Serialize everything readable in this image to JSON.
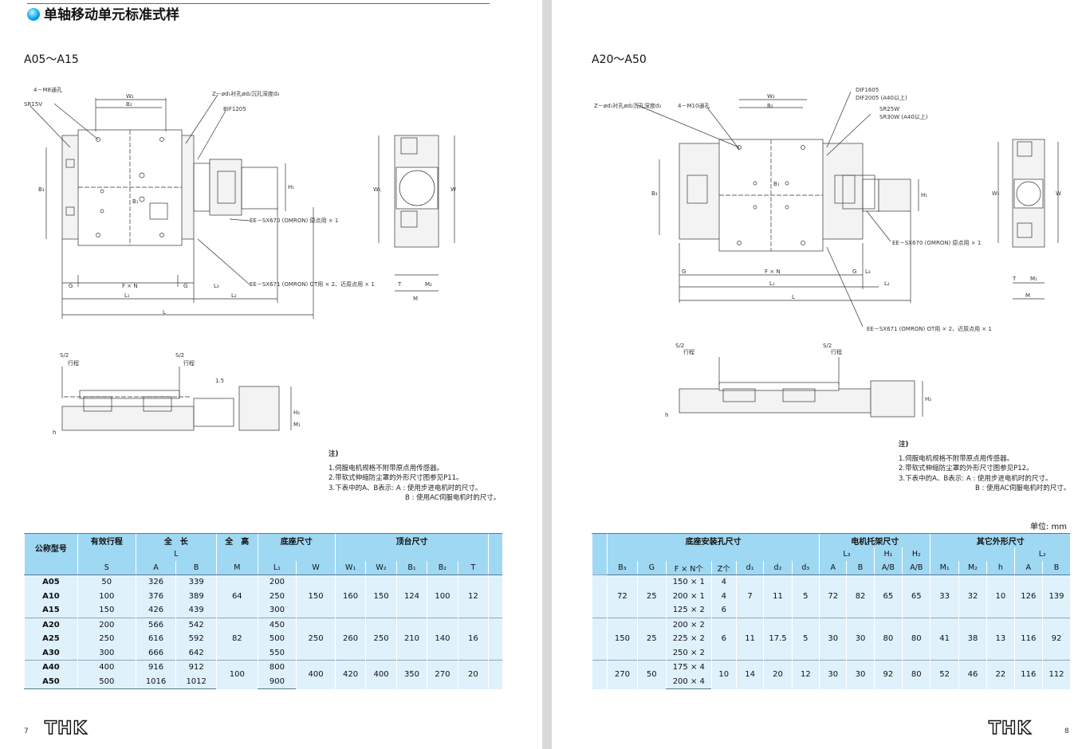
{
  "page_title": "单轴移动单元标准式样",
  "left": {
    "section": "A05～A15",
    "labels": {
      "holes": "4－M8通孔",
      "sr": "SR15V",
      "z": "Z－ød₁衬孔ød₂沉孔深度d₃",
      "bif": "BIF1205",
      "ee670": "EE－SX670 (OMRON) 原点用 × 1",
      "ee671": "EE－SX671 (OMRON) OT用 × 2、近原点用 × 1",
      "w2": "W₂",
      "b2": "B₂",
      "b3": "B₃",
      "b1": "B₁",
      "h1": "H₁",
      "w1": "W₁",
      "w": "W",
      "t": "T",
      "m2": "M₂",
      "m": "M",
      "g": "G",
      "fn": "F × N",
      "l3": "L₃",
      "l1": "L₁",
      "l2": "L₂",
      "l": "L",
      "stroke": "行程",
      "sfrac": "S/2",
      "h": "h",
      "h2": "H₂",
      "m1": "M₁",
      "v15": "1.5"
    },
    "notes_title": "注)",
    "notes": [
      "1.伺服电机规格不附带原点用传感器。",
      "2.带软式伸缩防尘罩的外形尺寸图参见P11。",
      "3.下表中的A、B表示:  A : 使用步进电机时的尺寸。",
      "B : 使用AC伺服电机时的尺寸。"
    ],
    "table": {
      "headers": {
        "model": "公称型号",
        "stroke": "有效行程",
        "length": "全　长",
        "length_sub": "L",
        "height": "全　高",
        "base": "底座尺寸",
        "table": "顶台尺寸",
        "cols": [
          "S",
          "A",
          "B",
          "M",
          "L₁",
          "W",
          "W₁",
          "W₂",
          "B₁",
          "B₂",
          "T"
        ]
      },
      "groups": [
        {
          "models": [
            "A05",
            "A10",
            "A15"
          ],
          "S": [
            "50",
            "100",
            "150"
          ],
          "A": [
            "326",
            "376",
            "426"
          ],
          "B": [
            "339",
            "389",
            "439"
          ],
          "M": "64",
          "L1": [
            "200",
            "250",
            "300"
          ],
          "W": "150",
          "W1": "160",
          "W2": "150",
          "B1": "124",
          "B2": "100",
          "T": "12"
        },
        {
          "models": [
            "A20",
            "A25",
            "A30"
          ],
          "S": [
            "200",
            "250",
            "300"
          ],
          "A": [
            "566",
            "616",
            "666"
          ],
          "B": [
            "542",
            "592",
            "642"
          ],
          "M": "82",
          "L1": [
            "450",
            "500",
            "550"
          ],
          "W": "250",
          "W1": "260",
          "W2": "250",
          "B1": "210",
          "B2": "140",
          "T": "16"
        },
        {
          "models": [
            "A40",
            "A50"
          ],
          "S": [
            "400",
            "500"
          ],
          "A": [
            "916",
            "1016"
          ],
          "B": [
            "912",
            "1012"
          ],
          "M": "100",
          "L1": [
            "800",
            "900"
          ],
          "W": "400",
          "W1": "420",
          "W2": "400",
          "B1": "350",
          "B2": "270",
          "T": "20"
        }
      ]
    },
    "page_number": "7",
    "logo": "THK"
  },
  "right": {
    "section": "A20～A50",
    "labels": {
      "z": "Z－ød₁衬孔ød₂沉孔深度d₃",
      "holes": "4－M10通孔",
      "dif1": "DIF1605",
      "dif2": "DIF2005 (A40以上)",
      "sr1": "SR25W",
      "sr2": "SR30W (A40以上)",
      "ee670": "EE－SX670 (OMRON) 原点用 × 1",
      "ee671": "EE－SX671 (OMRON) OT用 × 2、近原点用 × 1",
      "w2": "W₂",
      "b2": "B₂",
      "b3": "B₃",
      "b1": "B₁",
      "h1": "H₁",
      "w1": "W₁",
      "w": "W",
      "t": "T",
      "m1": "M₁",
      "m": "M",
      "g": "G",
      "fn": "F × N",
      "l3": "L₃",
      "l1": "L₁",
      "l2": "L₂",
      "l": "L",
      "stroke": "行程",
      "sfrac": "S/2",
      "h": "h",
      "h2": "H₂"
    },
    "notes_title": "注)",
    "notes": [
      "1.伺服电机规格不附带原点用传感器。",
      "2.带软式伸缩防尘罩的外形尺寸图参见P12。",
      "3.下表中的A、B表示:  A : 使用步进电机时的尺寸。",
      "B : 使用AC伺服电机时的尺寸。"
    ],
    "unit": "单位: mm",
    "table": {
      "headers": {
        "base_mount": "底座安装孔尺寸",
        "motor": "电机托架尺寸",
        "other": "其它外形尺寸",
        "l3": "L₃",
        "h1": "H₁",
        "h2": "H₂",
        "l2": "L₂",
        "cols": [
          "B₃",
          "G",
          "F × N个",
          "Z个",
          "d₁",
          "d₂",
          "d₃",
          "A",
          "B",
          "A/B",
          "A/B",
          "M₁",
          "M₂",
          "h",
          "A",
          "B"
        ]
      },
      "groups": [
        {
          "B3": "72",
          "G": "25",
          "FN": [
            "150 × 1",
            "200 × 1",
            "125 × 2"
          ],
          "Z": [
            "4",
            "4",
            "6"
          ],
          "d1": "7",
          "d2": "11",
          "d3": "5",
          "L3A": "72",
          "L3B": "82",
          "H1": "65",
          "H2": "65",
          "M1": "33",
          "M2": "32",
          "h": "10",
          "L2A": "126",
          "L2B": "139"
        },
        {
          "B3": "150",
          "G": "25",
          "FN": [
            "200 × 2",
            "225 × 2",
            "250 × 2"
          ],
          "Z": [
            "6"
          ],
          "d1": "11",
          "d2": "17.5",
          "d3": "5",
          "L3A": "30",
          "L3B": "30",
          "H1": "80",
          "H2": "80",
          "M1": "41",
          "M2": "38",
          "h": "13",
          "L2A": "116",
          "L2B": "92"
        },
        {
          "B3": "270",
          "G": "50",
          "FN": [
            "175 × 4",
            "200 × 4"
          ],
          "Z": [
            "10"
          ],
          "d1": "14",
          "d2": "20",
          "d3": "12",
          "L3A": "30",
          "L3B": "30",
          "H1": "92",
          "H2": "80",
          "M1": "52",
          "M2": "46",
          "h": "22",
          "L2A": "116",
          "L2B": "112"
        }
      ]
    },
    "page_number": "8",
    "logo": "THK"
  }
}
